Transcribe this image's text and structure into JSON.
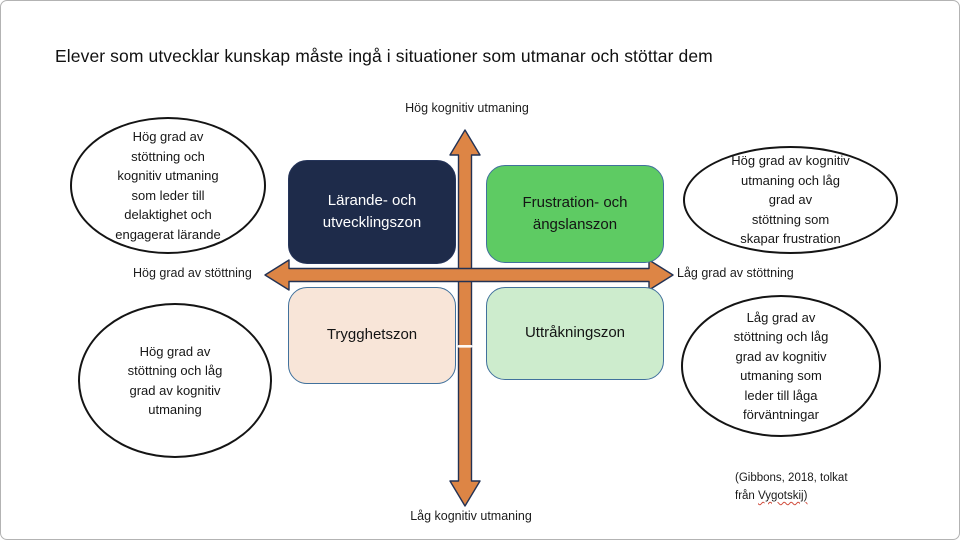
{
  "slide": {
    "title": "Elever som utvecklar kunskap måste ingå i situationer som utmanar och stöttar dem"
  },
  "axes": {
    "top": "Hög kognitiv utmaning",
    "bottom": "Låg kognitiv utmaning",
    "left": "Hög grad av stöttning",
    "right": "Låg grad av stöttning",
    "arrow_color": "#DD8545",
    "arrow_border": "#233254"
  },
  "quadrants": {
    "top_left": {
      "label": "Lärande- och utvecklingszon",
      "fill": "#1E2B4A",
      "text_color": "#FFFFFF"
    },
    "top_right": {
      "label": "Frustration- och ängslanszon",
      "fill": "#5ECB63",
      "text_color": "#141414"
    },
    "bottom_left": {
      "label": "Trygghetszon",
      "fill": "#F8E5D8",
      "text_color": "#141414"
    },
    "bottom_right": {
      "label": "Uttråkningszon",
      "fill": "#CDECCD",
      "text_color": "#141414"
    }
  },
  "ellipses": {
    "top_left": "Hög grad av\nstöttning och\nkognitiv utmaning\nsom leder till\ndelaktighet och\nengagerat lärande",
    "top_right": "Hög grad av kognitiv\nutmaning och låg\ngrad av\nstöttning som\nskapar frustration",
    "bottom_left": "Hög grad av\nstöttning och låg\ngrad av kognitiv\nutmaning",
    "bottom_right": "Låg grad av\nstöttning och låg\ngrad av kognitiv\nutmaning som\nleder till låga\nförväntningar"
  },
  "citation": {
    "line1": "(Gibbons, 2018, tolkat",
    "line2_prefix": "från ",
    "line2_word": "Vygotskij)"
  }
}
